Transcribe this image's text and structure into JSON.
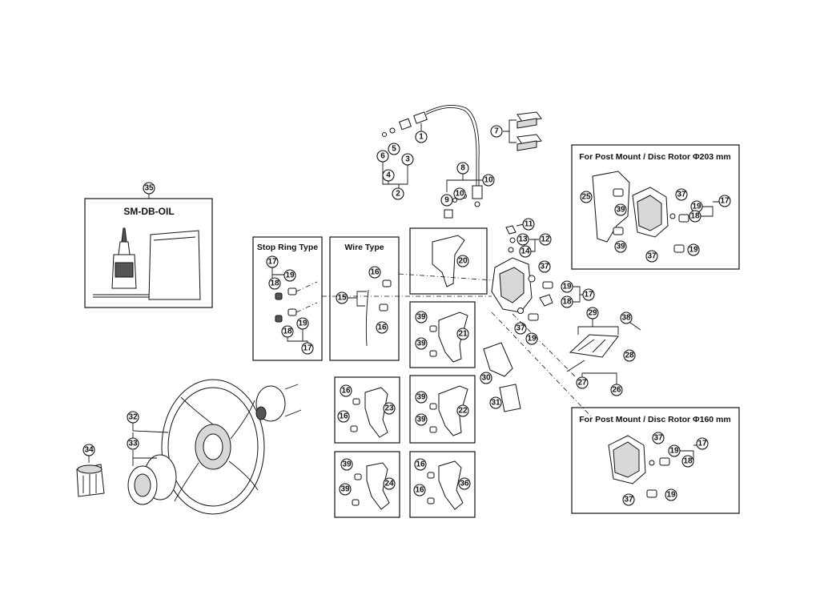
{
  "labels": {
    "oil": "SM-DB-OIL",
    "stop_ring": "Stop Ring Type",
    "wire": "Wire Type",
    "post_203": "For Post Mount / Disc Rotor Φ203 mm",
    "post_160": "For Post Mount / Disc Rotor Φ160 mm"
  },
  "callouts": {
    "c1": "1",
    "c2": "2",
    "c3": "3",
    "c4": "4",
    "c5": "5",
    "c6": "6",
    "c7": "7",
    "c8": "8",
    "c9": "9",
    "c10": "10",
    "c11": "11",
    "c12": "12",
    "c13": "13",
    "c14": "14",
    "c16": "16",
    "c17": "17",
    "c18": "18",
    "c19": "19",
    "c20": "20",
    "c21": "21",
    "c22": "22",
    "c23": "23",
    "c24": "24",
    "c25": "25",
    "c26": "26",
    "c27": "27",
    "c28": "28",
    "c29": "29",
    "c30": "30",
    "c31": "31",
    "c32": "32",
    "c33": "33",
    "c34": "34",
    "c35": "35",
    "c36": "36",
    "c37": "37",
    "c38": "38",
    "c39": "39",
    "c15": "15"
  }
}
